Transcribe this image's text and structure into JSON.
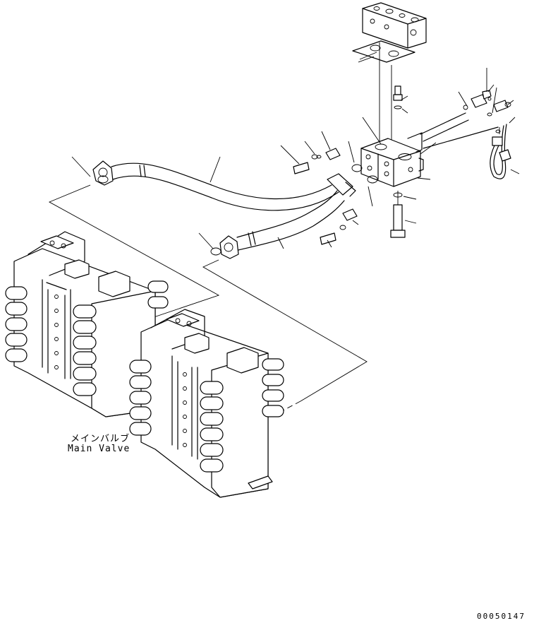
{
  "diagram": {
    "main_valve_label_jp": "メインバルブ",
    "main_valve_label_en": "Main Valve",
    "illustration_code": "00050147"
  }
}
